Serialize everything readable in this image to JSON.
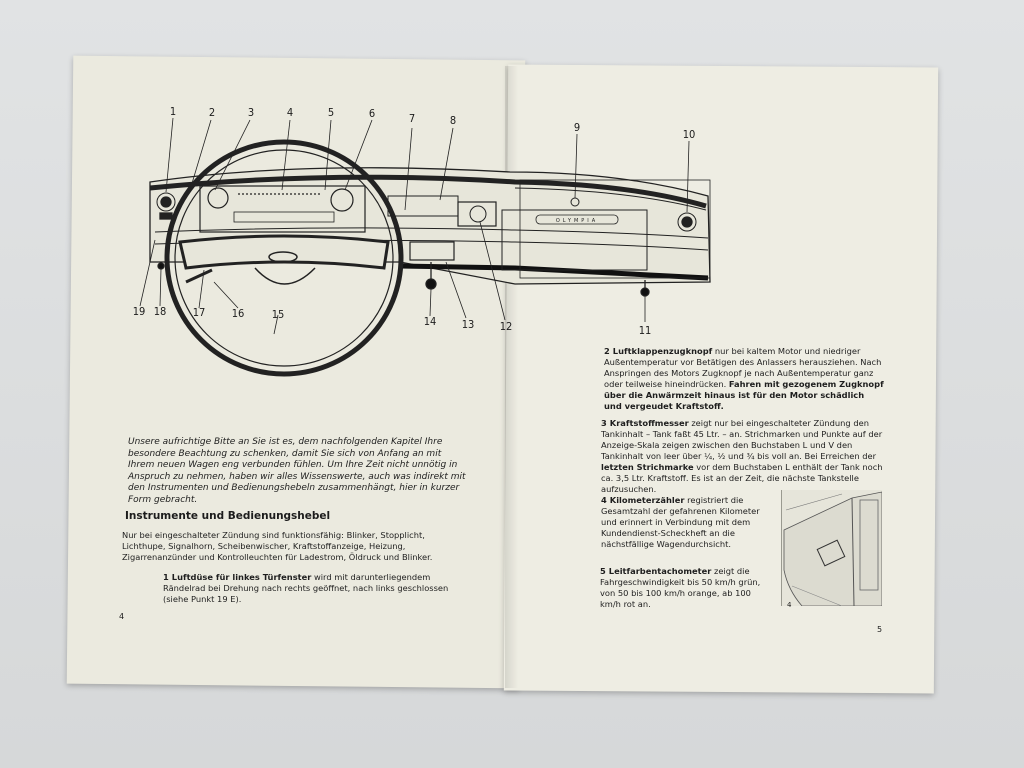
{
  "callouts": [
    "1",
    "2",
    "3",
    "4",
    "5",
    "6",
    "7",
    "8",
    "9",
    "10",
    "19",
    "18",
    "17",
    "16",
    "15",
    "14",
    "13",
    "12",
    "11"
  ],
  "dashboard": {
    "brand_plate": "OLYMPIA"
  },
  "left": {
    "intro": "Unsere aufrichtige Bitte an Sie ist es, dem nachfolgenden Kapitel Ihre besondere Beachtung zu schenken, damit Sie sich von Anfang an mit Ihrem neuen Wagen eng verbunden fühlen. Um Ihre Zeit nicht unnötig in Anspruch zu nehmen, haben wir alles Wissenswerte, auch was indirekt mit den Instrumenten und Bedienungshebeln zusammenhängt, hier in kurzer Form gebracht.",
    "heading": "Instrumente und Bedienungshebel",
    "paragraph": "Nur bei eingeschalteter Zündung sind funktionsfähig: Blinker, Stopplicht, Lichthupe, Signalhorn, Scheibenwischer, Kraftstoffanzeige, Heizung, Zigarrenanzünder und Kontrolleuchten für Ladestrom, Öldruck und Blinker.",
    "item1_num": "1",
    "item1_title": "Luftdüse für linkes Türfenster",
    "item1_text": "wird mit darunterliegendem Rändelrad bei Drehung nach rechts geöffnet, nach links geschlossen (siehe Punkt 19 E).",
    "page_number": "4"
  },
  "right": {
    "item2_num": "2",
    "item2_title": "Luftklappenzugknopf",
    "item2_text": "nur bei kaltem Motor und niedriger Außentemperatur vor Betätigen des Anlassers herausziehen. Nach Anspringen des Motors Zugknopf je nach Außentemperatur ganz oder teilweise hineindrücken.",
    "item2_bold": "Fahren mit gezogenem Zugknopf über die Anwärmzeit hinaus ist für den Motor schädlich und vergeudet Kraftstoff.",
    "item3_num": "3",
    "item3_title": "Kraftstoffmesser",
    "item3_text_a": "zeigt nur bei eingeschalteter Zündung den Tankinhalt – Tank faßt 45 Ltr. – an. Strichmarken und Punkte auf der Anzeige-Skala zeigen zwischen den Buchstaben L und V den Tankinhalt von leer über ¼, ½ und ¾ bis voll an. Bei Erreichen der",
    "item3_bold": "letzten Strichmarke",
    "item3_text_b": "vor dem Buchstaben L enthält der Tank noch ca. 3,5 Ltr. Kraftstoff. Es ist an der Zeit, die nächste Tankstelle aufzusuchen.",
    "item4_num": "4",
    "item4_title": "Kilometerzähler",
    "item4_text": "registriert die Gesamtzahl der gefahrenen Kilometer und erinnert in Verbindung mit dem Kundendienst-Scheckheft an die nächstfällige Wagendurchsicht.",
    "item5_num": "5",
    "item5_title": "Leitfarbentachometer",
    "item5_text": "zeigt die Fahrgeschwindigkeit bis 50 km/h grün, von 50 bis 100 km/h orange, ab 100 km/h rot an.",
    "photo_label": "4",
    "page_number": "5"
  }
}
